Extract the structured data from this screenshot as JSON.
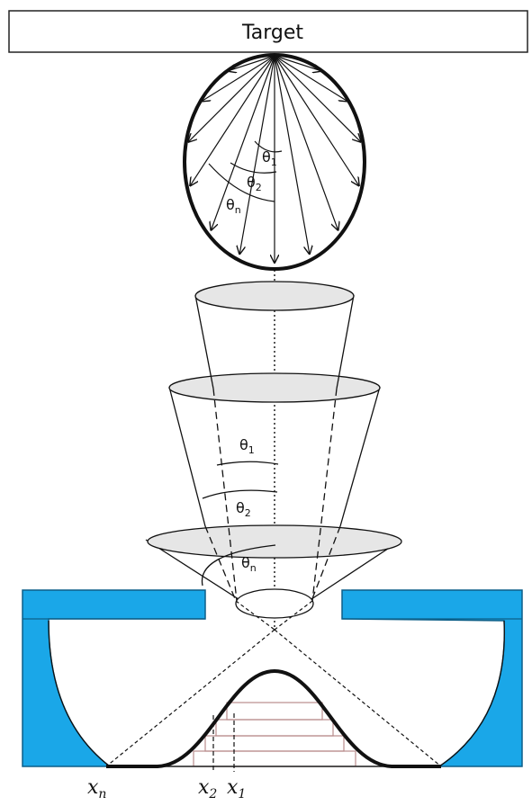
{
  "target": {
    "label": "Target"
  },
  "angles": {
    "top": [
      {
        "base": "θ",
        "sub": "1"
      },
      {
        "base": "θ",
        "sub": "2"
      },
      {
        "base": "θ",
        "sub": "n"
      }
    ],
    "cone": [
      {
        "base": "θ",
        "sub": "1"
      },
      {
        "base": "θ",
        "sub": "2"
      },
      {
        "base": "θ",
        "sub": "n"
      }
    ]
  },
  "positions": [
    {
      "base": "x",
      "sub": "n"
    },
    {
      "base": "x",
      "sub": "2"
    },
    {
      "base": "x",
      "sub": "1"
    }
  ],
  "colors": {
    "stage": "#1aa7e8",
    "stage_stroke": "#0d5f88",
    "steps": "#b98c8c",
    "ellipse_fill": "#e6e6e6",
    "line": "#111111"
  }
}
